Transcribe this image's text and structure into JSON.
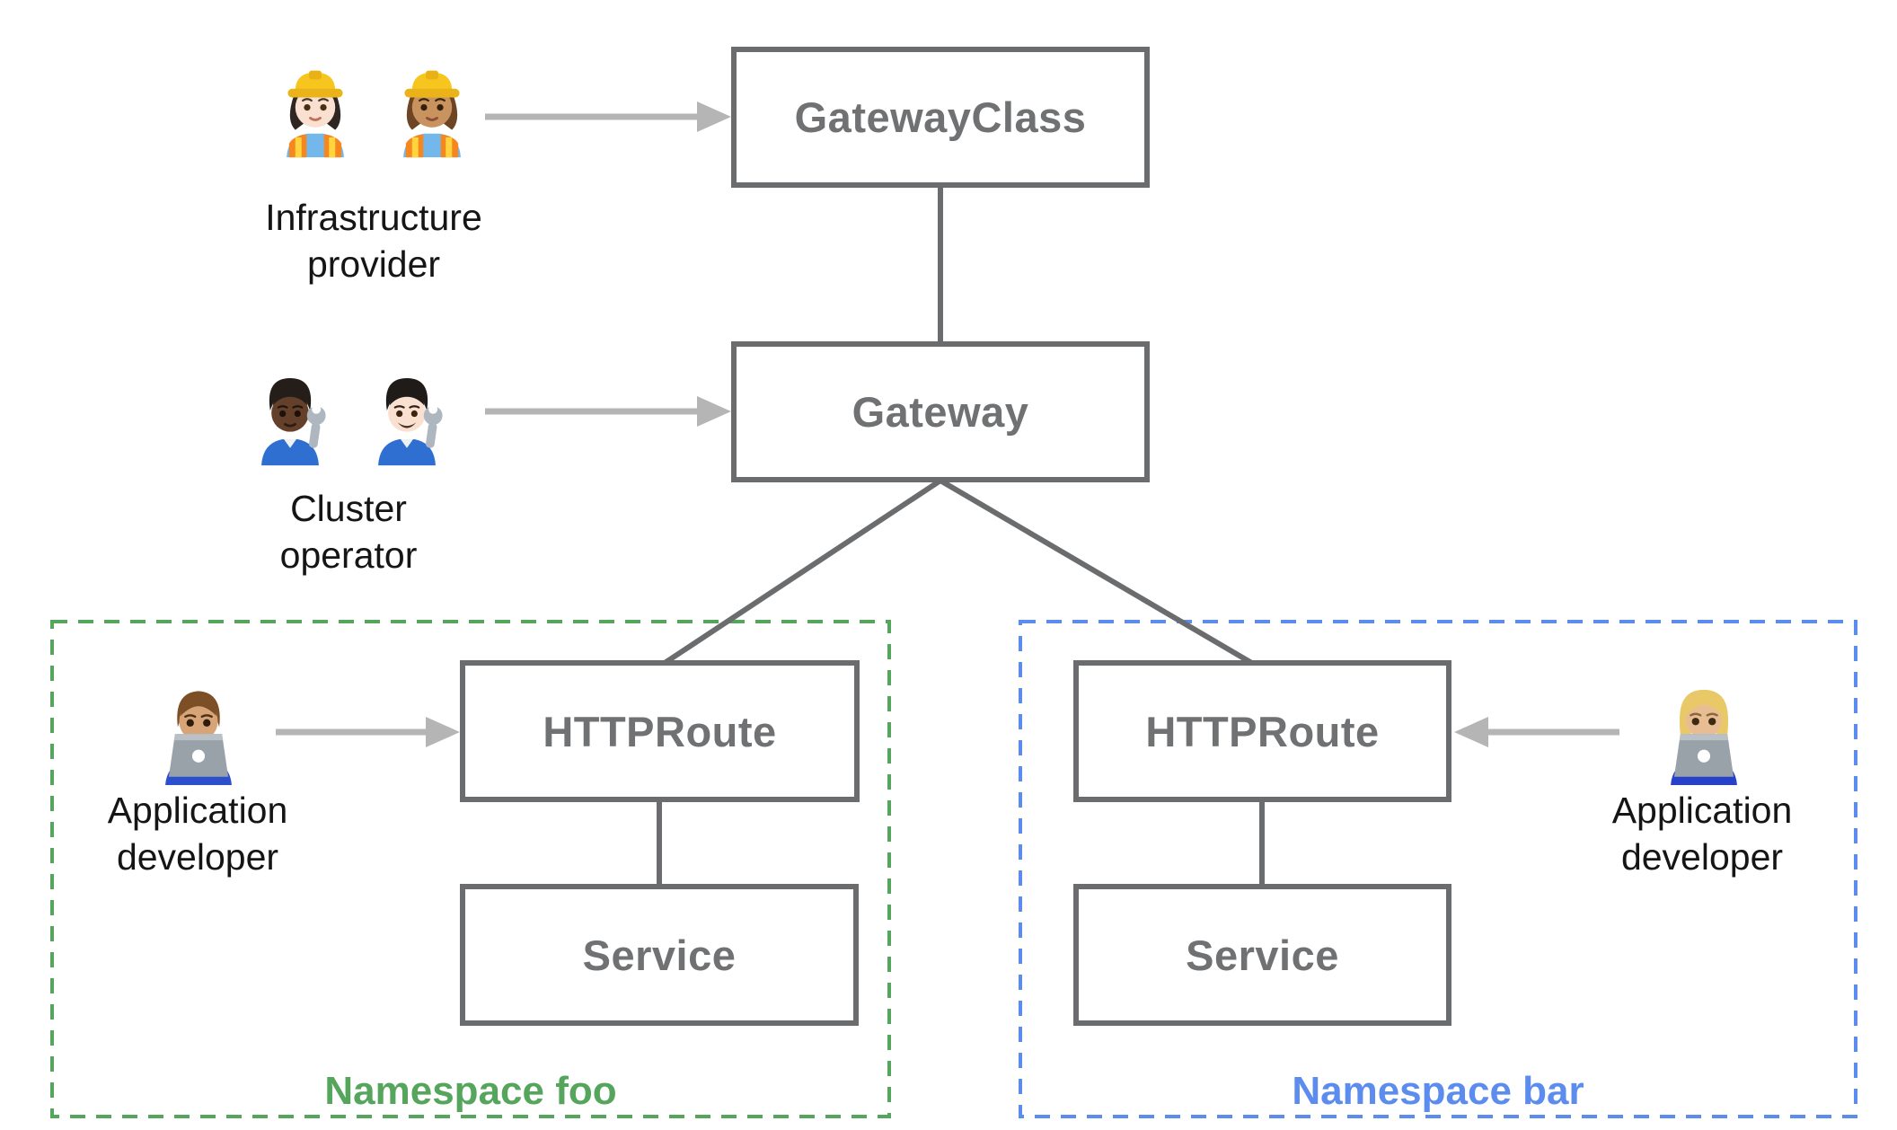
{
  "colors": {
    "node-border": "#6a6c6e",
    "node-text": "#6f7173",
    "line": "#6a6c6e",
    "arrow": "#b5b5b5",
    "ns-foo": "#55a65c",
    "ns-bar": "#5b8cee",
    "persona-text": "#151515",
    "bg": "#ffffff"
  },
  "nodes": {
    "gateway_class": {
      "label": "GatewayClass"
    },
    "gateway": {
      "label": "Gateway"
    },
    "httproute_foo": {
      "label": "HTTPRoute"
    },
    "service_foo": {
      "label": "Service"
    },
    "httproute_bar": {
      "label": "HTTPRoute"
    },
    "service_bar": {
      "label": "Service"
    }
  },
  "personas": {
    "infrastructure_provider": {
      "line1": "Infrastructure",
      "line2": "provider",
      "emojis": [
        "👷🏻‍♀️",
        "👷🏽‍♀️"
      ]
    },
    "cluster_operator": {
      "line1": "Cluster",
      "line2": "operator",
      "emojis": [
        "🧑🏿‍🔧",
        "👨🏻‍🔧"
      ]
    },
    "app_developer_foo": {
      "line1": "Application",
      "line2": "developer",
      "emojis": [
        "👨🏽‍💻"
      ]
    },
    "app_developer_bar": {
      "line1": "Application",
      "line2": "developer",
      "emojis": [
        "👩🏼‍💻"
      ]
    }
  },
  "namespaces": {
    "foo": {
      "label": "Namespace foo"
    },
    "bar": {
      "label": "Namespace bar"
    }
  }
}
